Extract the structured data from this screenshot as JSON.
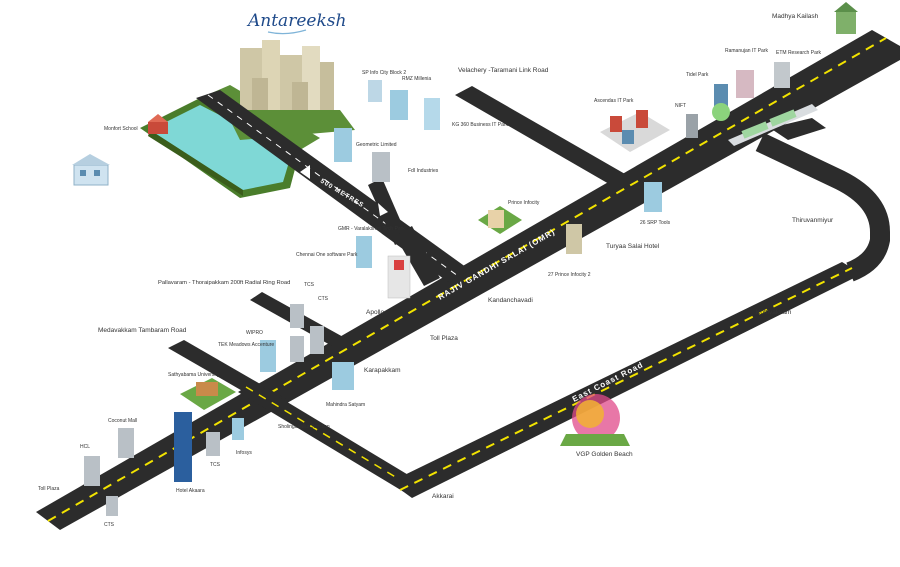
{
  "logo": {
    "text": "Antareeksh",
    "accent": "#1f4a8a"
  },
  "colors": {
    "road": "#2c2c2c",
    "road_dash": "#f2e300",
    "lake": "#7fd8d6",
    "grass": "#4a7d2b",
    "building_blue": "#9ccbe0",
    "building_grey": "#b9c0c6"
  },
  "road_labels": {
    "omr": "RAJIV GANDHI SALAI (OMR)",
    "ecr": "East Coast Road",
    "distance": "500 METRES",
    "velachery": "Velachery -Taramani Link Road"
  },
  "places": {
    "madhya_kailash": "Madhya Kailash",
    "elnet": "ETM Research Park",
    "ramanujan": "Ramanujan IT Park",
    "tidel": "Tidel Park",
    "nift": "NIFT",
    "ascendas": "Ascendas IT Park",
    "sp_infocity": "SP Info City Block 2",
    "rmz": "RMZ Millenia",
    "kg360": "KG 360 Business IT Park",
    "geometric": "Geometric Limited",
    "fdl": "FdI Industries",
    "monfort": "Monfort School",
    "prince_infocity": "Prince Infocity",
    "sp_tech": "26 SRP Tools",
    "turyaa": "Turyaa Salai Hotel",
    "prince_infocity2": "27 Prince Infocity 2",
    "thiruvanmiyur": "Thiruvanmiyur",
    "gmr": "GMR - Varalakshmi Tech Park",
    "chennai_one": "Chennai One software Park",
    "tcs_top": "TCS",
    "cts_top": "CTS",
    "apollo": "Apollo",
    "kandanchavadi": "Kandanchavadi",
    "pallavaram": "Pallavaram - Thoraipakkam 200ft Radial Ring Road",
    "medavakkam": "Medavakkam Tambaram Road",
    "wipro": "WIPRO",
    "tek": "TEK Meadows Accenture",
    "toll_plaza": "Toll Plaza",
    "karapakkam": "Karapakkam",
    "mahindra": "Mahindra Satyam",
    "kottivakkam": "Kottivakkam",
    "sathyabama": "Sathyabama University",
    "coconut": "Coconut Mall",
    "hcl": "HCL",
    "tcs_bottom": "TCS",
    "infosys": "Infosys",
    "sholinganallur": "Sholinganallur Junction",
    "vgp": "VGP Golden Beach",
    "akkarai": "Akkarai",
    "hotel_akaara": "Hotel Akaara",
    "toll_plaza_left": "Toll Plaza",
    "cts_bottom": "CTS"
  }
}
